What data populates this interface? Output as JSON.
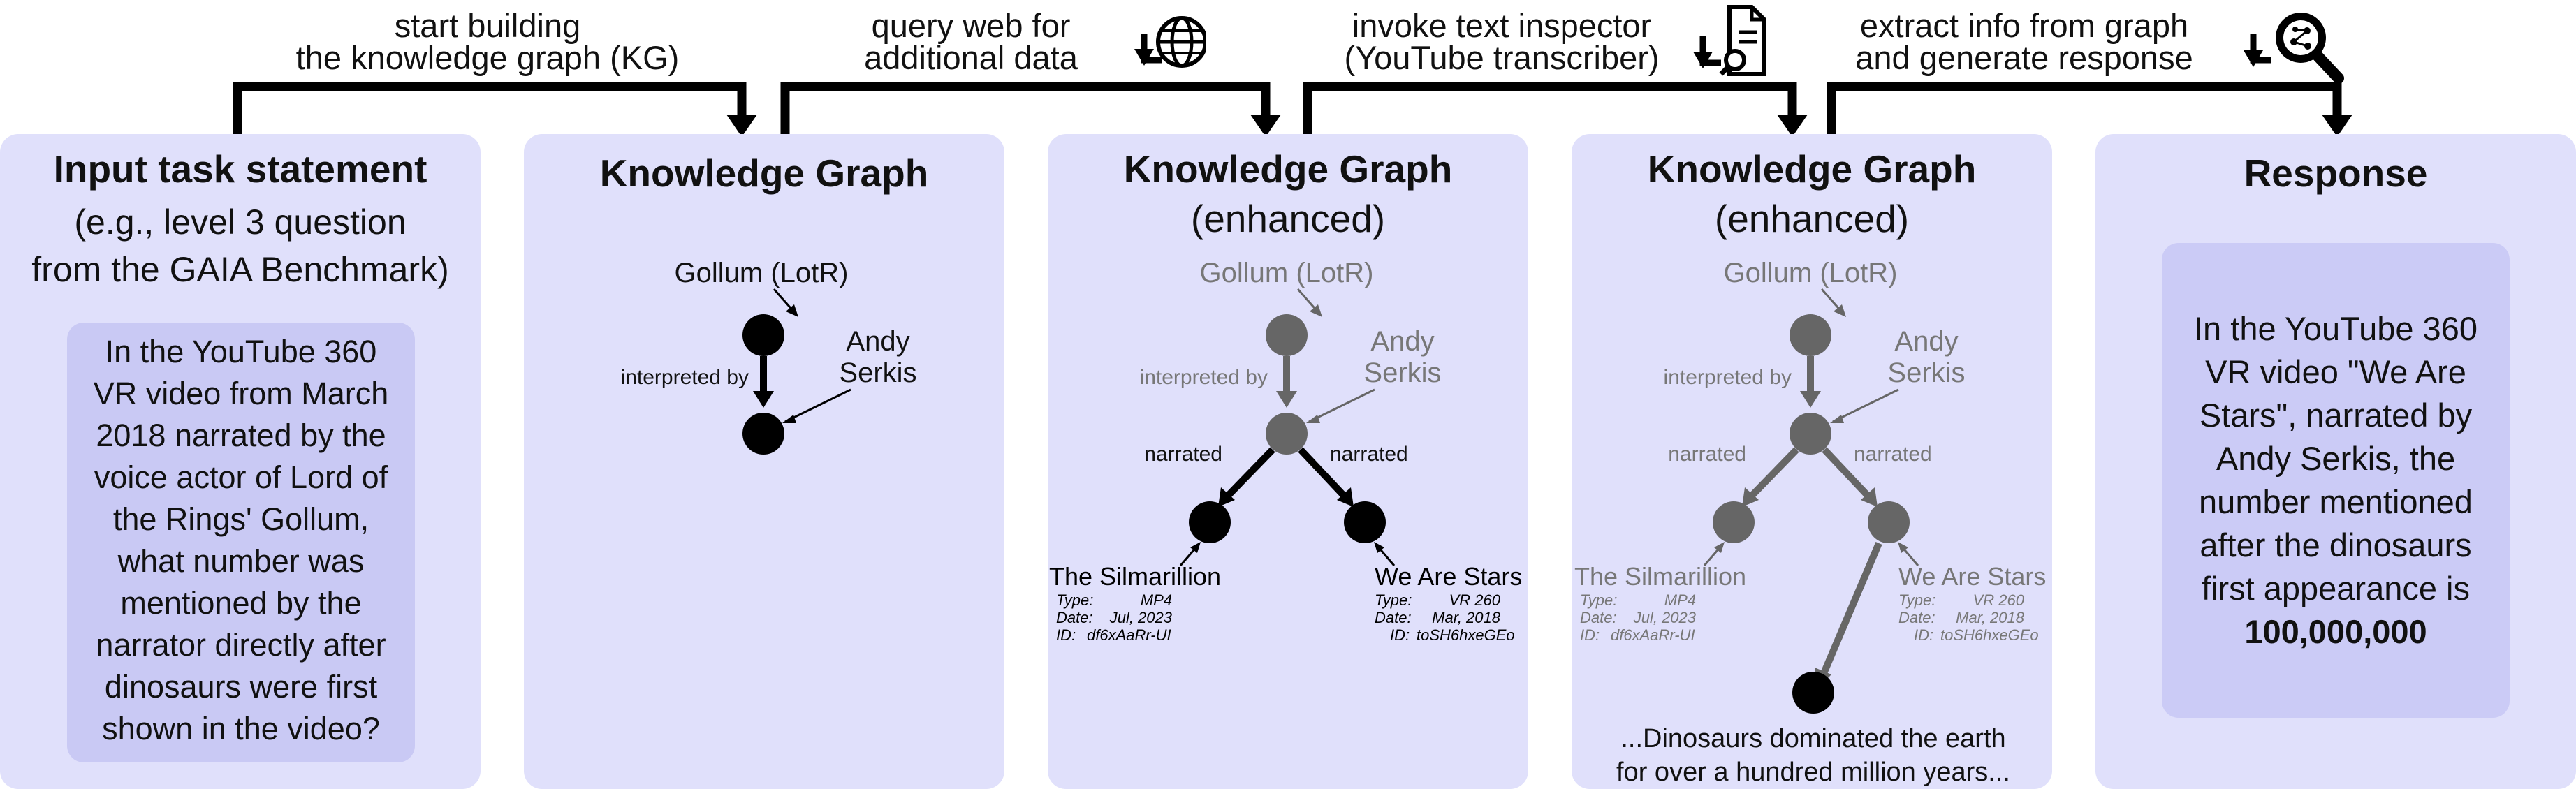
{
  "steps": [
    {
      "label_line1": "start building",
      "label_line2": "the knowledge graph (KG)"
    },
    {
      "label_line1": "query web for",
      "label_line2": "additional data",
      "icon": "globe-icon"
    },
    {
      "label_line1": "invoke text inspector",
      "label_line2": "(YouTube transcriber)",
      "icon": "document-search-icon"
    },
    {
      "label_line1": "extract info from graph",
      "label_line2": "and generate response",
      "icon": "graph-magnifier-icon"
    }
  ],
  "panel1": {
    "title": "Input task statement",
    "subtitle_line1": "(e.g., level 3 question",
    "subtitle_line2": "from the GAIA Benchmark)",
    "question_lines": [
      "In the YouTube 360",
      "VR video from March",
      "2018 narrated by the",
      "voice actor of Lord of",
      "the Rings' Gollum,",
      "what number was",
      "mentioned by the",
      "narrator directly after",
      "dinosaurs were first",
      "shown in the video?"
    ]
  },
  "panel2": {
    "title": "Knowledge Graph",
    "node_gollum": "Gollum (LotR)",
    "node_andy_line1": "Andy",
    "node_andy_line2": "Serkis",
    "edge_interpreted": "interpreted by"
  },
  "panel3": {
    "title": "Knowledge Graph",
    "subtitle": "(enhanced)",
    "node_gollum": "Gollum (LotR)",
    "node_andy_line1": "Andy",
    "node_andy_line2": "Serkis",
    "edge_interpreted": "interpreted by",
    "edge_narrated_left": "narrated",
    "edge_narrated_right": "narrated",
    "silmarillion": {
      "name": "The Silmarillion",
      "type_label": "Type:",
      "type_value": "MP4",
      "date_label": "Date:",
      "date_value": "Jul, 2023",
      "id_label": "ID:",
      "id_value": "df6xAaRr-UI"
    },
    "stars": {
      "name": "We Are Stars",
      "type_label": "Type:",
      "type_value": "VR 260",
      "date_label": "Date:",
      "date_value": "Mar, 2018",
      "id_label": "ID:",
      "id_value": "toSH6hxeGEo"
    }
  },
  "panel4": {
    "title": "Knowledge Graph",
    "subtitle": "(enhanced)",
    "node_gollum": "Gollum (LotR)",
    "node_andy_line1": "Andy",
    "node_andy_line2": "Serkis",
    "edge_interpreted": "interpreted by",
    "edge_narrated_left": "narrated",
    "edge_narrated_right": "narrated",
    "silmarillion": {
      "name": "The Silmarillion",
      "type_label": "Type:",
      "type_value": "MP4",
      "date_label": "Date:",
      "date_value": "Jul, 2023",
      "id_label": "ID:",
      "id_value": "df6xAaRr-UI"
    },
    "stars": {
      "name": "We Are Stars",
      "type_label": "Type:",
      "type_value": "VR 260",
      "date_label": "Date:",
      "date_value": "Mar, 2018",
      "id_label": "ID:",
      "id_value": "toSH6hxeGEo"
    },
    "transcript_line1": "...Dinosaurs dominated the earth",
    "transcript_line2": "for over a hundred million years..."
  },
  "panel5": {
    "title": "Response",
    "answer_lines": [
      "In the YouTube 360",
      "VR video \"We Are",
      "Stars\", narrated by",
      "Andy Serkis, the",
      "number mentioned",
      "after the dinosaurs",
      "first appearance is"
    ],
    "answer_value": "100,000,000"
  },
  "colors": {
    "panel": "#e0e0fb",
    "inner_box": "#c9c9f4",
    "node_active": "#000000",
    "node_inactive": "#666666",
    "text_inactive": "#777777"
  }
}
